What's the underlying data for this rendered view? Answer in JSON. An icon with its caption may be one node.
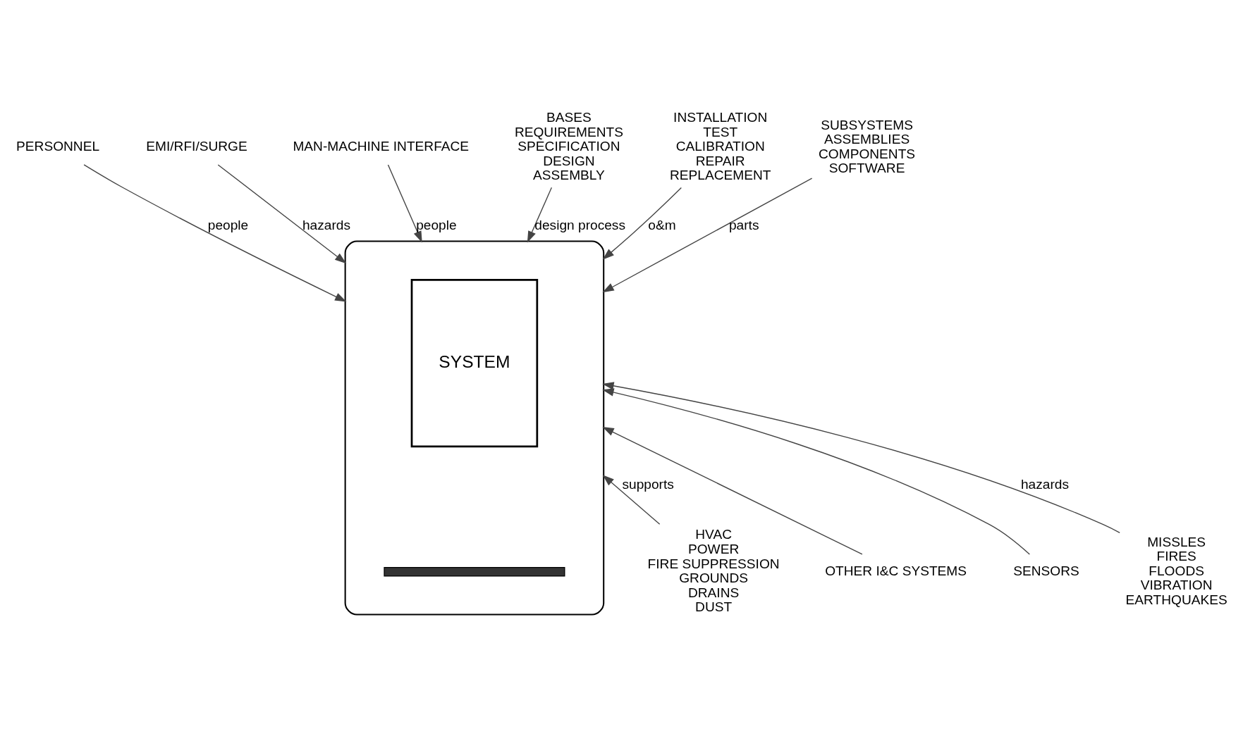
{
  "diagram": {
    "nodes": [
      {
        "text": [],
        "shape": "cloud"
      },
      {
        "text": [
          "SYSTEM"
        ],
        "in": 0
      },
      {
        "text": [],
        "shape": "bar",
        "in": 0
      },
      {
        "text": [
          "PERSONNEL"
        ]
      },
      {
        "text": [
          "EMI/RFI/SURGE"
        ]
      },
      {
        "text": [
          "MAN-MACHINE INTERFACE"
        ]
      },
      {
        "text": [
          "BASES",
          "REQUIREMENTS",
          "SPECIFICATION",
          "DESIGN",
          "ASSEMBLY"
        ]
      },
      {
        "text": [
          "INSTALLATION",
          "TEST",
          "CALIBRATION",
          "REPAIR",
          "REPLACEMENT"
        ]
      },
      {
        "text": [
          "SUBSYSTEMS",
          "ASSEMBLIES",
          "COMPONENTS",
          "SOFTWARE"
        ]
      },
      {
        "text": [
          "HVAC",
          "POWER",
          "FIRE SUPPRESSION",
          "GROUNDS",
          "DRAINS",
          "DUST"
        ]
      },
      {
        "text": [
          "OTHER I&C SYSTEMS"
        ]
      },
      {
        "text": [
          "SENSORS"
        ]
      },
      {
        "text": [
          "MISSLES",
          "FIRES",
          "FLOODS",
          "VIBRATION",
          "EARTHQUAKES"
        ]
      }
    ],
    "edges": [
      {
        "from": 3,
        "to": 0,
        "arrow": "to",
        "label": "people"
      },
      {
        "from": 4,
        "to": 0,
        "arrow": "to",
        "label": "hazards"
      },
      {
        "from": 5,
        "to": 0,
        "arrow": "to",
        "label": "people"
      },
      {
        "from": 6,
        "to": 0,
        "arrow": "to",
        "label": "design process"
      },
      {
        "from": 7,
        "to": 0,
        "arrow": "to",
        "label": "o&m"
      },
      {
        "from": 8,
        "to": 0,
        "arrow": "to",
        "label": "parts"
      },
      {
        "from": 9,
        "to": 0,
        "arrow": "to",
        "label": "supports"
      },
      {
        "from": 10,
        "to": 0,
        "arrow": "to"
      },
      {
        "from": 11,
        "to": 0,
        "arrow": "to"
      },
      {
        "from": 12,
        "to": 0,
        "arrow": "to",
        "label": "hazards"
      }
    ]
  }
}
